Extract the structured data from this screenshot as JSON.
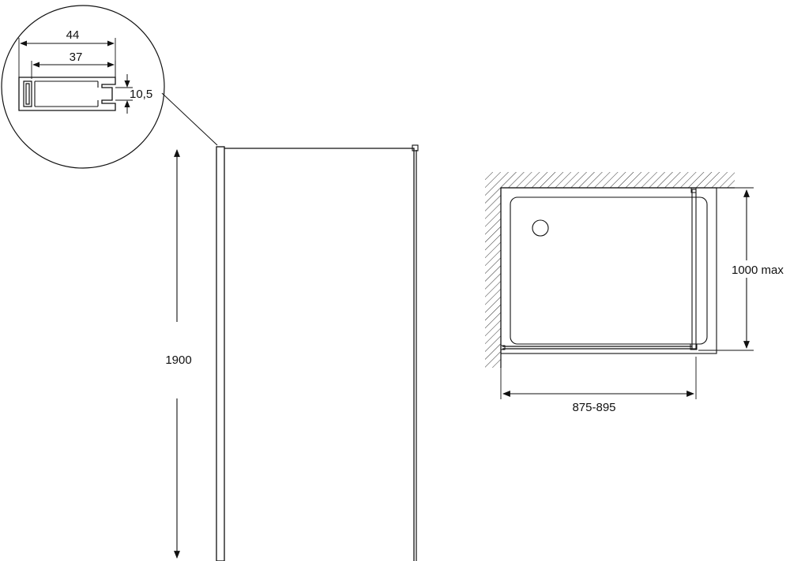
{
  "drawing": {
    "detail": {
      "dim_total": "44",
      "dim_inner": "37",
      "dim_height": "10,5"
    },
    "front_view": {
      "height_label": "1900"
    },
    "plan_view": {
      "depth_label": "1000 max",
      "width_label": "875-895"
    }
  }
}
